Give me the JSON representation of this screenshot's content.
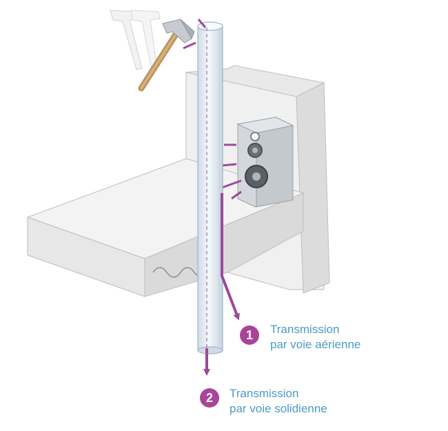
{
  "colors": {
    "concrete_top": "#f1f1f1",
    "concrete_side": "#e2e2e2",
    "concrete_dark": "#cfcfcf",
    "pipe": "#e8f0f7",
    "arrow": "#9a4a9a",
    "label_text": "#4a9bc4",
    "badge": "#a8449a"
  },
  "icons": [
    "hammer-icon",
    "speaker-icon"
  ],
  "callouts": [
    {
      "number": "1",
      "line1": "Transmission",
      "line2": "par voie aérienne"
    },
    {
      "number": "2",
      "line1": "Transmission",
      "line2": "par voie solidienne"
    }
  ]
}
